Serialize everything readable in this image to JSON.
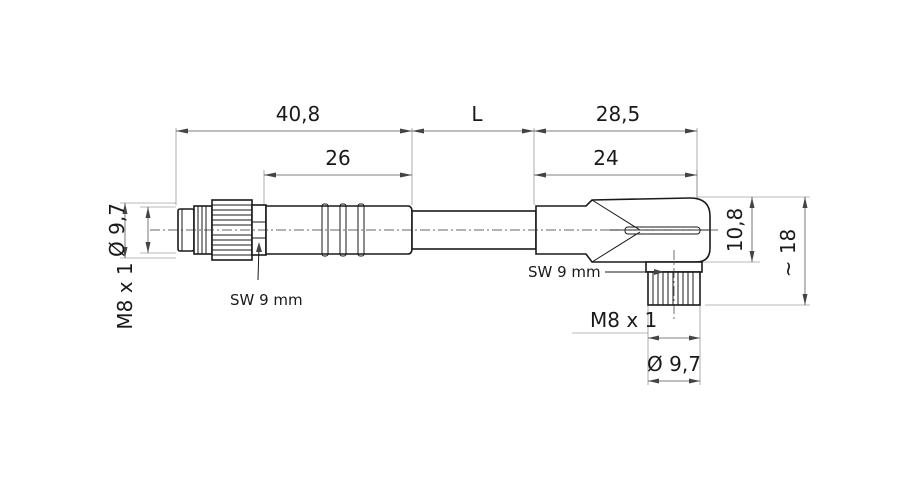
{
  "dimensions": {
    "d_40_8": "40,8",
    "d_L": "L",
    "d_28_5": "28,5",
    "d_26": "26",
    "d_24": "24",
    "d_phi_left": "Ø 9,7",
    "d_m8_left": "M8 x 1",
    "d_sw_left": "SW 9 mm",
    "d_10_8": "10,8",
    "d_18": "~ 18",
    "d_sw_right": "SW 9 mm",
    "d_m8_right": "M8 x 1",
    "d_phi_right": "Ø 9,7"
  }
}
